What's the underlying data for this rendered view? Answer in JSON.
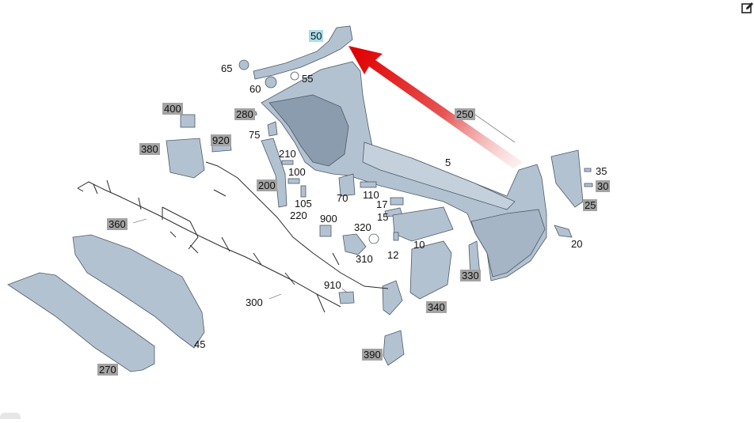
{
  "labels": [
    {
      "id": "50",
      "text": "50",
      "style": "highlight"
    },
    {
      "id": "65",
      "text": "65",
      "style": "plain"
    },
    {
      "id": "55",
      "text": "55",
      "style": "plain"
    },
    {
      "id": "60",
      "text": "60",
      "style": "plain"
    },
    {
      "id": "400",
      "text": "400",
      "style": "boxed"
    },
    {
      "id": "280",
      "text": "280",
      "style": "boxed"
    },
    {
      "id": "250",
      "text": "250",
      "style": "boxed"
    },
    {
      "id": "75",
      "text": "75",
      "style": "plain"
    },
    {
      "id": "380",
      "text": "380",
      "style": "boxed"
    },
    {
      "id": "920",
      "text": "920",
      "style": "boxed"
    },
    {
      "id": "210",
      "text": "210",
      "style": "plain"
    },
    {
      "id": "5",
      "text": "5",
      "style": "plain"
    },
    {
      "id": "35",
      "text": "35",
      "style": "plain"
    },
    {
      "id": "100",
      "text": "100",
      "style": "plain"
    },
    {
      "id": "200",
      "text": "200",
      "style": "boxed"
    },
    {
      "id": "30",
      "text": "30",
      "style": "boxed"
    },
    {
      "id": "70",
      "text": "70",
      "style": "plain"
    },
    {
      "id": "110",
      "text": "110",
      "style": "plain"
    },
    {
      "id": "105",
      "text": "105",
      "style": "plain"
    },
    {
      "id": "17",
      "text": "17",
      "style": "plain"
    },
    {
      "id": "25",
      "text": "25",
      "style": "boxed"
    },
    {
      "id": "220",
      "text": "220",
      "style": "plain"
    },
    {
      "id": "15",
      "text": "15",
      "style": "plain"
    },
    {
      "id": "900",
      "text": "900",
      "style": "plain"
    },
    {
      "id": "360",
      "text": "360",
      "style": "boxed"
    },
    {
      "id": "320",
      "text": "320",
      "style": "plain"
    },
    {
      "id": "10",
      "text": "10",
      "style": "plain"
    },
    {
      "id": "20",
      "text": "20",
      "style": "plain"
    },
    {
      "id": "12",
      "text": "12",
      "style": "plain"
    },
    {
      "id": "310",
      "text": "310",
      "style": "plain"
    },
    {
      "id": "330",
      "text": "330",
      "style": "boxed"
    },
    {
      "id": "910",
      "text": "910",
      "style": "plain"
    },
    {
      "id": "300",
      "text": "300",
      "style": "plain"
    },
    {
      "id": "340",
      "text": "340",
      "style": "boxed"
    },
    {
      "id": "45",
      "text": "45",
      "style": "plain"
    },
    {
      "id": "390",
      "text": "390",
      "style": "boxed"
    },
    {
      "id": "270",
      "text": "270",
      "style": "boxed"
    }
  ],
  "icons": {
    "edit": "edit-icon",
    "arrow": "red-arrow-icon"
  },
  "colors": {
    "part_fill": "#b3c2d1",
    "part_fill_dark": "#8b9cae",
    "part_stroke": "#4d5a68",
    "label_box": "#a3a3a3",
    "label_highlight": "#a9dcec",
    "arrow": "#e00000"
  }
}
